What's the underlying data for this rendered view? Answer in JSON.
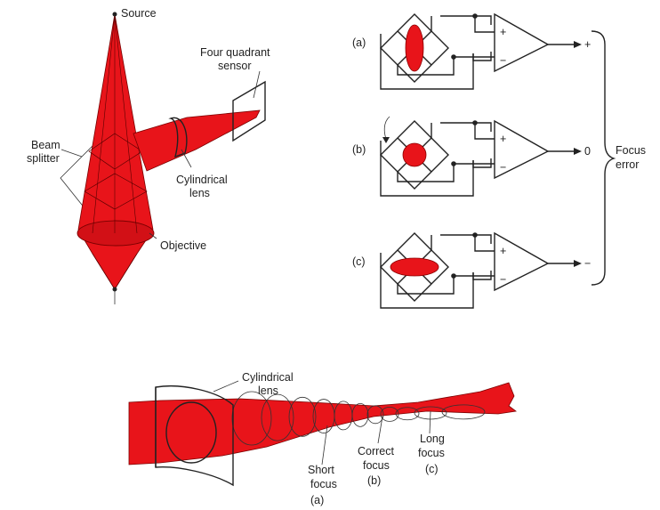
{
  "optics": {
    "source_label": "Source",
    "sensor_label_line1": "Four quadrant",
    "sensor_label_line2": "sensor",
    "beam_splitter_line1": "Beam",
    "beam_splitter_line2": "splitter",
    "cylindrical_lens_line1": "Cylindrical",
    "cylindrical_lens_line2": "lens",
    "objective_label": "Objective"
  },
  "sensor_states": [
    {
      "tag": "(a)",
      "output": "+"
    },
    {
      "tag": "(b)",
      "output": "0"
    },
    {
      "tag": "(c)",
      "output": "−"
    }
  ],
  "amp_plus": "+",
  "amp_minus": "−",
  "focus_error_line1": "Focus",
  "focus_error_line2": "error",
  "beam": {
    "lens_line1": "Cylindrical",
    "lens_line2": "lens",
    "short_line1": "Short",
    "short_line2": "focus",
    "short_tag": "(a)",
    "correct_line1": "Correct",
    "correct_line2": "focus",
    "correct_tag": "(b)",
    "long_line1": "Long",
    "long_line2": "focus",
    "long_tag": "(c)"
  },
  "colors": {
    "beam_red": "#e8141a",
    "ink": "#222222"
  }
}
